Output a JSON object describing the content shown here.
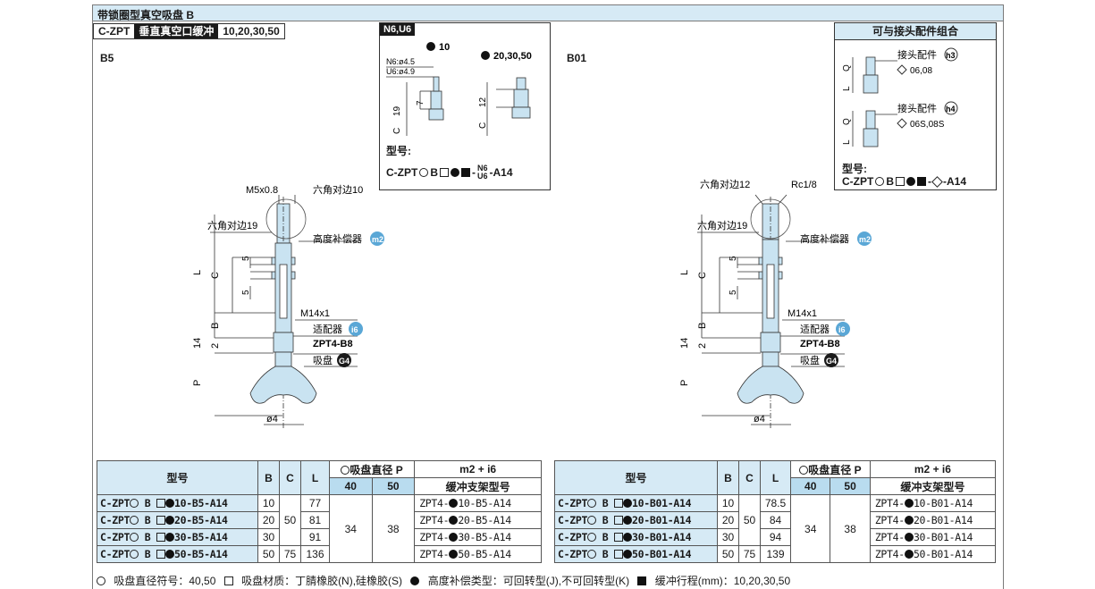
{
  "title": "带锁圈型真空吸盘 B",
  "sub_header": {
    "code": "C-ZPT",
    "type": "垂直真空口缓冲",
    "sizes": "10,20,30,50"
  },
  "views": {
    "left": "B5",
    "right": "B01"
  },
  "left_drawing": {
    "thread_top": "M5x0.8",
    "hex_top": "六角对边10",
    "hex_body": "六角对边19",
    "height_comp": "高度补偿器",
    "m2": "m2",
    "dim_L": "L",
    "dim_C": "C",
    "dim_5a": "5",
    "dim_5b": "5",
    "dim_B": "B",
    "dim_14": "14",
    "dim_2": "2",
    "dim_P": "P",
    "thread_mid": "M14x1",
    "adapter": "适配器",
    "i6": "i6",
    "adapter_model": "ZPT4-B8",
    "pad": "吸盘",
    "g4": "G4",
    "dia": "ø4"
  },
  "right_drawing": {
    "hex_top": "六角对边12",
    "thread_top": "Rc1/8",
    "hex_body": "六角对边19",
    "height_comp": "高度补偿器",
    "m2": "m2",
    "dim_L": "L",
    "dim_C": "C",
    "dim_5a": "5",
    "dim_5b": "5",
    "dim_B": "B",
    "dim_14": "14",
    "dim_2": "2",
    "dim_P": "P",
    "thread_mid": "M14x1",
    "adapter": "适配器",
    "i6": "i6",
    "adapter_model": "ZPT4-B8",
    "pad": "吸盘",
    "g4": "G4",
    "dia": "ø4"
  },
  "n6_box": {
    "tag": "N6,U6",
    "size_a": "10",
    "size_b": "20,30,50",
    "n6_dia": "N6:ø4.5",
    "u6_dia": "U6:ø4.9",
    "dim_7": "7",
    "dim_19": "19",
    "dim_C_a": "C",
    "dim_12": "12",
    "dim_C_b": "C",
    "model_heading": "型号:",
    "model_prefix": "C-ZPT",
    "model_b": "B",
    "model_n6": "N6",
    "model_u6": "U6",
    "model_suffix": "-A14"
  },
  "fitting_box": {
    "heading": "可与接头配件组合",
    "fit1_label": "接头配件",
    "fit1_tag": "h3",
    "fit1_sizes": "06,08",
    "fit2_label": "接头配件",
    "fit2_tag": "h4",
    "fit2_sizes": "06S,08S",
    "dim_Q1": "Q",
    "dim_L1": "L",
    "dim_Q2": "Q",
    "dim_L2": "L",
    "model_heading": "型号:",
    "model_prefix": "C-ZPT",
    "model_b": "B",
    "model_suffix": "-A14"
  },
  "table_headers": {
    "model": "型号",
    "B": "B",
    "C": "C",
    "L": "L",
    "pad_dia": "吸盘直径",
    "P": "P",
    "p40": "40",
    "p50": "50",
    "buffer_tags": "m2 + i6",
    "buffer_model": "缓冲支架型号"
  },
  "left_table": {
    "rows": [
      {
        "prefix": "C-ZPT",
        "mid": "B",
        "size": "10-B5-A14",
        "B": "10",
        "L": "77",
        "buf_prefix": "ZPT4-",
        "buf_suffix": "10-B5-A14"
      },
      {
        "prefix": "C-ZPT",
        "mid": "B",
        "size": "20-B5-A14",
        "B": "20",
        "L": "81",
        "buf_prefix": "ZPT4-",
        "buf_suffix": "20-B5-A14"
      },
      {
        "prefix": "C-ZPT",
        "mid": "B",
        "size": "30-B5-A14",
        "B": "30",
        "L": "91",
        "buf_prefix": "ZPT4-",
        "buf_suffix": "30-B5-A14"
      },
      {
        "prefix": "C-ZPT",
        "mid": "B",
        "size": "50-B5-A14",
        "B": "50",
        "C": "75",
        "L": "136",
        "buf_prefix": "ZPT4-",
        "buf_suffix": "50-B5-A14"
      }
    ],
    "C_shared": "50",
    "P40": "34",
    "P50": "38"
  },
  "right_table": {
    "rows": [
      {
        "prefix": "C-ZPT",
        "mid": "B",
        "size": "10-B01-A14",
        "B": "10",
        "L": "78.5",
        "buf_prefix": "ZPT4-",
        "buf_suffix": "10-B01-A14"
      },
      {
        "prefix": "C-ZPT",
        "mid": "B",
        "size": "20-B01-A14",
        "B": "20",
        "L": "84",
        "buf_prefix": "ZPT4-",
        "buf_suffix": "20-B01-A14"
      },
      {
        "prefix": "C-ZPT",
        "mid": "B",
        "size": "30-B01-A14",
        "B": "30",
        "L": "94",
        "buf_prefix": "ZPT4-",
        "buf_suffix": "30-B01-A14"
      },
      {
        "prefix": "C-ZPT",
        "mid": "B",
        "size": "50-B01-A14",
        "B": "50",
        "C": "75",
        "L": "139",
        "buf_prefix": "ZPT4-",
        "buf_suffix": "50-B01-A14"
      }
    ],
    "C_shared": "50",
    "P40": "34",
    "P50": "38"
  },
  "footer": {
    "circle_note": "吸盘直径符号：40,50",
    "square_note": "吸盘材质：丁腈橡胶(N),硅橡胶(S)",
    "dot_note": "高度补偿类型：可回转型(J),不可回转型(K)",
    "block_note": "缓冲行程(mm)：10,20,30,50"
  },
  "colors": {
    "header_bg": "#d6eaf5",
    "accent": "#1a1a1a",
    "part_fill": "#c9e3f1"
  }
}
